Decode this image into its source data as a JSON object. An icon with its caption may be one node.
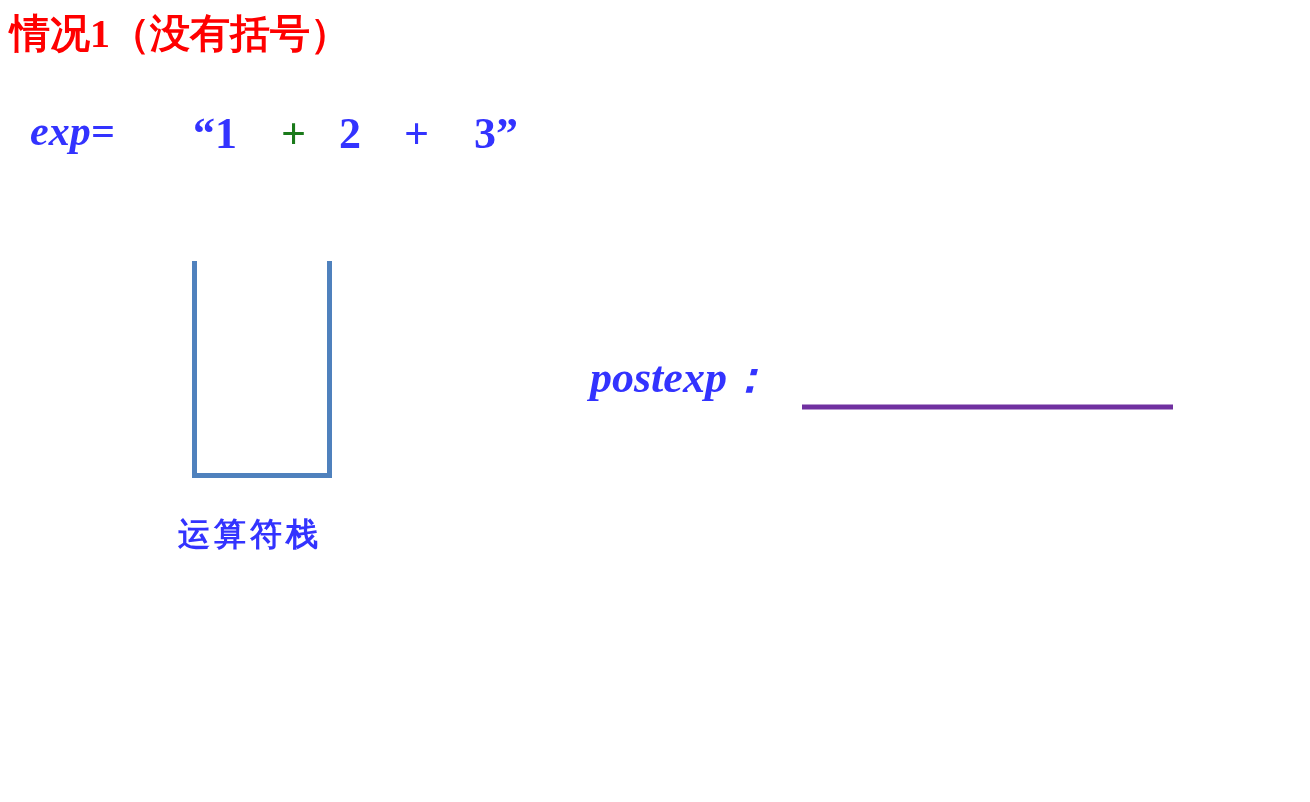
{
  "diagram": {
    "title": "情况1（没有括号）",
    "nodes": [
      {
        "text": [
          "运算符栈"
        ]
      }
    ],
    "labels": [
      "exp=",
      "“1",
      "+",
      "2",
      "+",
      "3”",
      "postexp："
    ]
  }
}
